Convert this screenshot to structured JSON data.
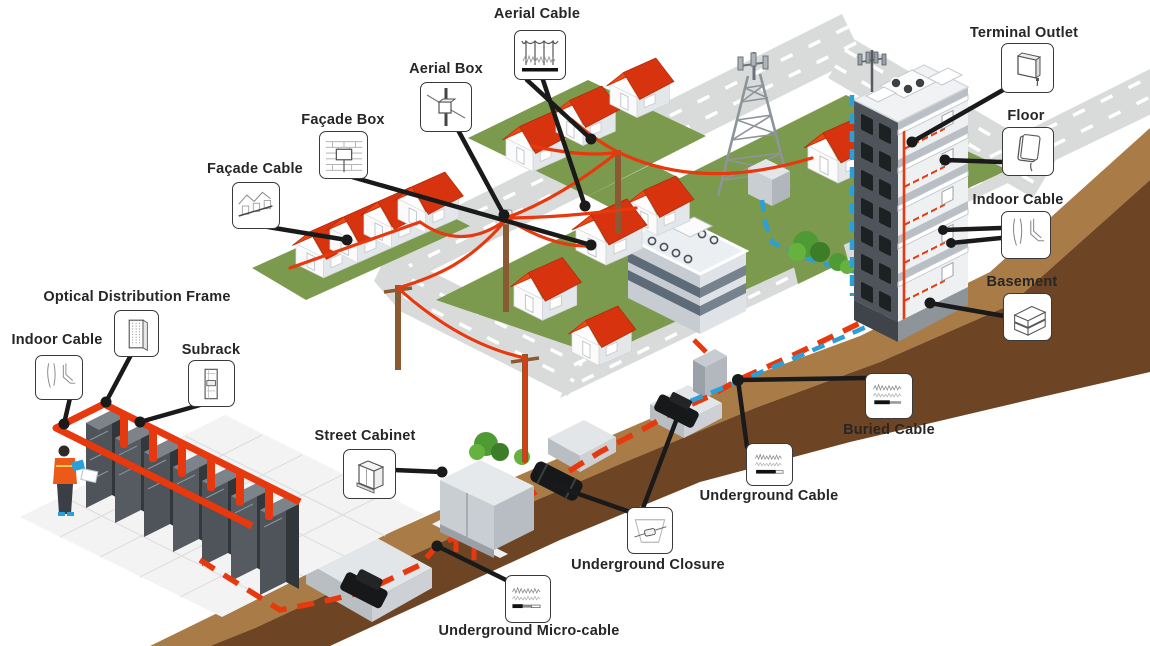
{
  "diagram": {
    "type": "isometric-network-infrastructure-diagram",
    "subject": "Fiber access network from central office to homes and buildings",
    "callouts": [
      {
        "id": "aerial-cable",
        "label": "Aerial Cable"
      },
      {
        "id": "aerial-box",
        "label": "Aerial Box"
      },
      {
        "id": "facade-box",
        "label": "Façade Box"
      },
      {
        "id": "facade-cable",
        "label": "Façade Cable"
      },
      {
        "id": "terminal-outlet",
        "label": "Terminal Outlet"
      },
      {
        "id": "floor",
        "label": "Floor"
      },
      {
        "id": "indoor-cable-right",
        "label": "Indoor Cable"
      },
      {
        "id": "basement",
        "label": "Basement"
      },
      {
        "id": "optical-distribution-frame",
        "label": "Optical Distribution Frame"
      },
      {
        "id": "indoor-cable-left",
        "label": "Indoor Cable"
      },
      {
        "id": "subrack",
        "label": "Subrack"
      },
      {
        "id": "street-cabinet",
        "label": "Street Cabinet"
      },
      {
        "id": "buried-cable",
        "label": "Buried Cable"
      },
      {
        "id": "underground-cable",
        "label": "Underground Cable"
      },
      {
        "id": "underground-closure",
        "label": "Underground Closure"
      },
      {
        "id": "underground-micro-cable",
        "label": "Underground Micro-cable"
      }
    ],
    "colors": {
      "cable_red": "#e8380d",
      "cable_blue": "#2b9fd8",
      "soil_light": "#a97b46",
      "soil_dark": "#6e4524",
      "grass": "#7c9a4d",
      "road": "#d9dbdb",
      "leader_black": "#1a1a1a"
    }
  }
}
